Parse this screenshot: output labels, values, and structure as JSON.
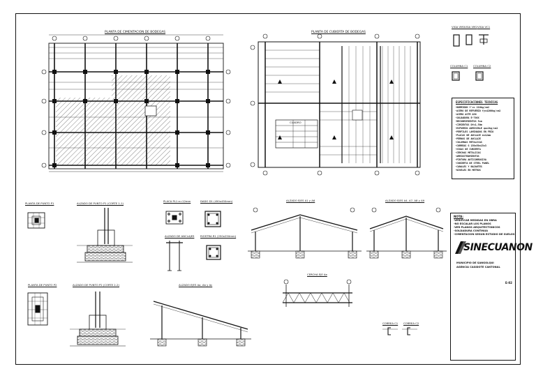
{
  "titles": {
    "plan_foundation": "PLANTA DE CIMENTACION DE BODEGAS",
    "plan_roof": "PLANTA DE CUBIERTA DE BODEGAS",
    "beam_vm1": "VIGA VM1",
    "beam_vm2": "VIGA VM2",
    "beam_vc1": "VIGA VC1",
    "column_c1": "COLUMNA C1",
    "column_c2": "COLUMNA C2",
    "footing_p1_plan": "PLANTA DE PUNTO P1",
    "footing_p1_elev": "ALZADO DE PUNTO P1 (CORTE 1-1)",
    "plate_pl1": "PLACA PL1 e=12mm",
    "die_d1": "DADO D1 (450x450mm)",
    "anchor_elev": "ALZADO DE ANCLAJES",
    "brace_r1": "RIOSTRA R1 (250x250mm)",
    "elev_axis_a1_a6": "ALZADO EJES A1 y A6",
    "elev_axis_a4_a7": "ALZADO EJES A4, A7, A8 y A9",
    "footing_p2_plan": "PLANTA DE PUNTO P2",
    "footing_p2_elev": "ALZADO DE PUNTO P2 (CORTE 2-2)",
    "elev_axis_aa": "ALZADO EJES Aa, Ab y Ac",
    "truss_axis": "CERCHA EJE Ae",
    "purlin_c1": "CORREA C1",
    "purlin_c2": "CORREA C2"
  },
  "specs_title": "ESPECIFICACIONES TECNICAS",
  "specs_lines": [
    "-HORMIGON f'c= 210kg/cm2",
    "-ACERO DE REFUERZO fy=4200kg/cm2",
    "-ACERO ASTM A36",
    "-SOLDADURA E-70XX",
    "-RECUBRIMIENTOS 5cm",
    "-CIMIENTOS Df=1.50m",
    "-ESFUERZO ADMISIBLE qa=2kg/cm2",
    "-PERFILES LAMINADOS EN FRIO",
    "-PLACAS DE ANCLAJE e=12mm",
    "-PERNOS DE ANCLAJE",
    "-COLUMNAS METALICAS",
    "-CORREAS G 150x50x15x3",
    "-VIGAS DE CUBIERTA",
    "-CERCHAS METALICAS",
    "-ARRIOSTRAMIENTOS",
    "-PINTURA ANTICORROSIVA",
    "-CUBIERTA DE STEEL PANEL",
    "-CANALES Y BAJANTES",
    "-NIVELES EN METROS"
  ],
  "notes_title": "NOTA:",
  "notes_lines": [
    "-VERIFICAR MEDIDAS EN OBRA",
    "-NO ESCALAR LOS PLANOS",
    "-VER PLANOS ARQUITECTONICOS",
    "-SOLDADURA CONTINUA",
    "-CIMENTACION SEGUN ESTUDIO DE SUELOS"
  ],
  "title_block": {
    "logo": "SINECUANON",
    "client": "MUNICIPIO DE SANGOLQUI",
    "project": "AGENCIA CASIDOTE CANTONAL",
    "sheet": "E-02"
  },
  "quadro_title": "CUADRO"
}
